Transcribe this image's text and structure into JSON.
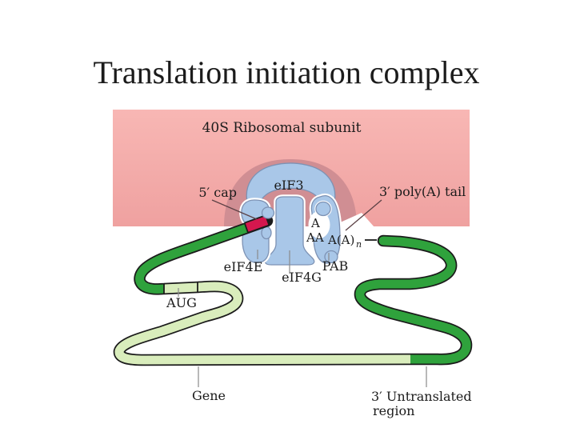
{
  "slide": {
    "title": "Translation initiation complex"
  },
  "diagram": {
    "ribosome_label": "40S Ribosomal subunit",
    "labels": {
      "cap": "5′ cap",
      "eif3": "eIF3",
      "polya_tail": "3′ poly(A) tail",
      "eif4e": "eIF4E",
      "eif4g": "eIF4G",
      "pab": "PAB",
      "aug": "AUG",
      "gene": "Gene",
      "utr_line1": "3′ Untranslated",
      "utr_line2": "region"
    },
    "polya_letters": {
      "a1": "A",
      "a2": "AA",
      "a3": "A(A)",
      "subscript": "n"
    },
    "colors": {
      "pink_top": "#f8b7b4",
      "pink_bottom": "#efa1a0",
      "shadow": "#d08e93",
      "complex_blue": "#a9c7e8",
      "complex_outline": "#7d92b4",
      "mrna_dark_green": "#2fa23c",
      "mrna_light_green": "#d9edbc",
      "cap_red": "#d4174e",
      "strand_outline": "#1b1b1b"
    }
  }
}
